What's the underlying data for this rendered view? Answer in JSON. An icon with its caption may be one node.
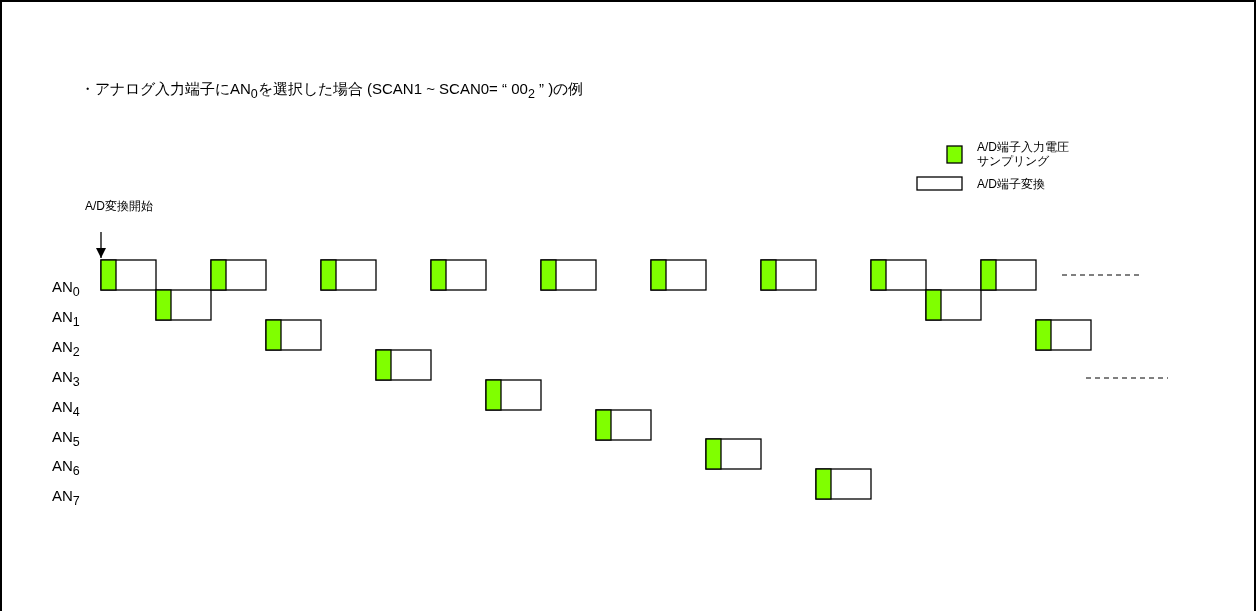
{
  "diagram": {
    "title": "・アナログ入力端子にAN$_{0}$を選択した場合 (SCAN1 ~ SCAN0= “ 00$_{2}$ ” )の例",
    "nodes": [
      {
        "text": [
          "A/D変換開始"
        ]
      },
      {
        "text": [],
        "shape": "box"
      },
      {
        "text": [],
        "shape": "box"
      },
      {
        "text": [],
        "shape": "box"
      },
      {
        "text": [],
        "shape": "box"
      },
      {
        "text": [],
        "shape": "box"
      },
      {
        "text": [],
        "shape": "box"
      },
      {
        "text": [],
        "shape": "box"
      },
      {
        "text": [],
        "shape": "box"
      },
      {
        "text": [],
        "shape": "box"
      },
      {
        "text": [],
        "shape": "box"
      },
      {
        "text": [],
        "shape": "box"
      },
      {
        "text": [],
        "shape": "box"
      },
      {
        "text": [],
        "shape": "box"
      },
      {
        "text": [],
        "shape": "box"
      },
      {
        "text": [],
        "shape": "box"
      },
      {
        "text": [],
        "shape": "box"
      },
      {
        "text": [],
        "shape": "box"
      },
      {
        "text": [],
        "shape": "box"
      }
    ],
    "edges": [
      {
        "from": 0,
        "to": 1,
        "arrow": "to"
      }
    ],
    "labels": [
      "AN$_{0}$",
      "AN$_{1}$",
      "AN$_{2}$",
      "AN$_{3}$",
      "AN$_{4}$",
      "AN$_{5}$",
      "AN$_{6}$",
      "AN$_{7}$"
    ],
    "legend": [
      {
        "text": "A/D端子入力電圧サンプリング",
        "color": "#80ff00"
      },
      {
        "text": "A/D端子変換",
        "color": "#ffffff"
      }
    ]
  }
}
